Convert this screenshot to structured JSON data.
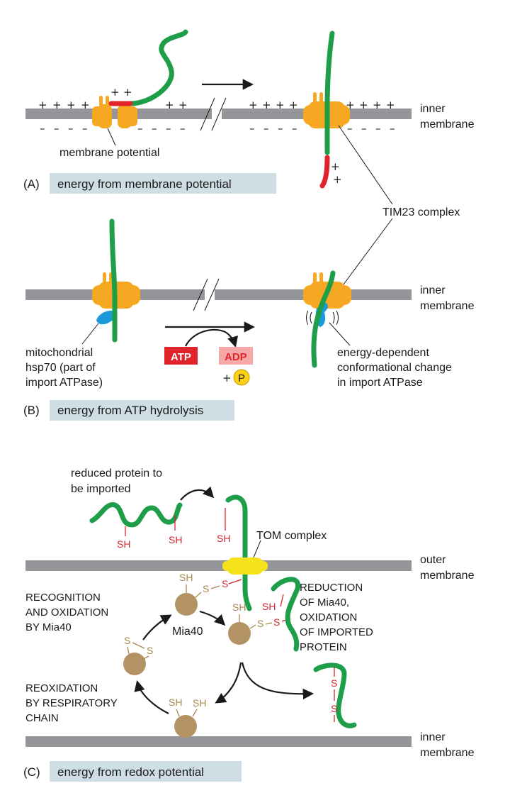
{
  "panelA": {
    "caption_letter": "(A)",
    "caption": "energy from membrane potential",
    "membrane_potential_label": "membrane potential",
    "inner_membrane_1": "inner",
    "inner_membrane_2": "membrane",
    "plus": "+",
    "minus": "–"
  },
  "shared": {
    "tim23_label": "TIM23 complex"
  },
  "panelB": {
    "caption_letter": "(B)",
    "caption": "energy from ATP hydrolysis",
    "inner_membrane_1": "inner",
    "inner_membrane_2": "membrane",
    "hsp70_1": "mitochondrial",
    "hsp70_2": "hsp70 (part of",
    "hsp70_3": "import ATPase)",
    "atp": "ATP",
    "adp": "ADP",
    "plus": "+",
    "phosphate": "P",
    "conf_1": "energy-dependent",
    "conf_2": "conformational change",
    "conf_3": "in import ATPase"
  },
  "panelC": {
    "caption_letter": "(C)",
    "caption": "energy from redox potential",
    "reduced_1": "reduced protein to",
    "reduced_2": "be imported",
    "tom_label": "TOM complex",
    "outer_membrane_1": "outer",
    "outer_membrane_2": "membrane",
    "inner_membrane_1": "inner",
    "inner_membrane_2": "membrane",
    "sh": "SH",
    "s": "S",
    "mia40": "Mia40",
    "recog_1": "RECOGNITION",
    "recog_2": "AND OXIDATION",
    "recog_3": "BY Mia40",
    "reduc_1": "REDUCTION",
    "reduc_2": "OF Mia40,",
    "reduc_3": "OXIDATION",
    "reduc_4": "OF IMPORTED",
    "reduc_5": "PROTEIN",
    "reox_1": "REOXIDATION",
    "reox_2": "BY RESPIRATORY",
    "reox_3": "CHAIN"
  },
  "colors": {
    "membrane": "#939598",
    "protein": "#1f9e4a",
    "presequence": "#e1242b",
    "tim23": "#f7a823",
    "hsp70": "#1a9ad6",
    "tom": "#f5e21c",
    "mia40": "#b39264",
    "caption_box": "#cfdde5",
    "atp_box": "#e1242b",
    "adp_box": "#f6a8a8",
    "phosphate": "#fcd116"
  }
}
